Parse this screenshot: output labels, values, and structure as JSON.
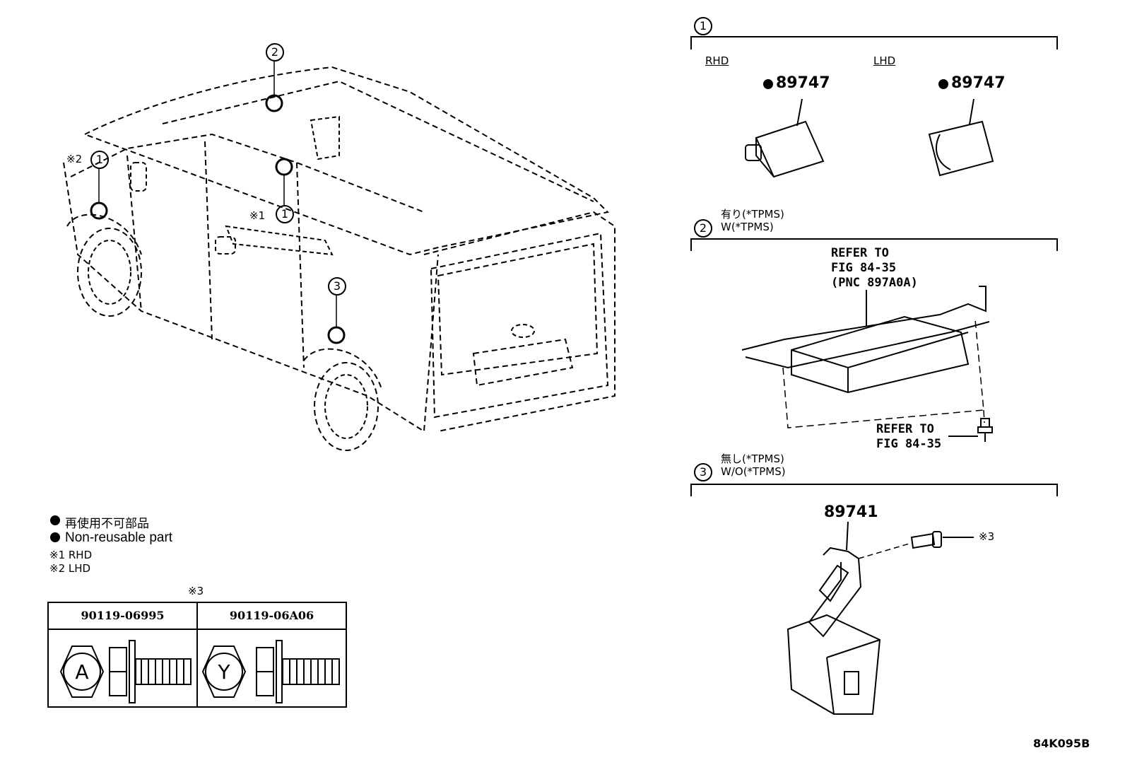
{
  "callouts": {
    "c1": "1",
    "c2": "2",
    "c3": "3",
    "note1": "※1",
    "note2": "※2",
    "note3": "※3"
  },
  "panel1": {
    "rhd": "RHD",
    "lhd": "LHD",
    "part_rhd": "89747",
    "part_lhd": "89747"
  },
  "panel2": {
    "title_jp": "有り(*TPMS)",
    "title_en": "W(*TPMS)",
    "ref1_l1": "REFER TO",
    "ref1_l2": "FIG 84-35",
    "ref1_l3": "(PNC 897A0A)",
    "ref2_l1": "REFER TO",
    "ref2_l2": "FIG 84-35"
  },
  "panel3": {
    "title_jp": "無し(*TPMS)",
    "title_en": "W/O(*TPMS)",
    "part": "89741"
  },
  "legend": {
    "nonreuse_jp": "再使用不可部品",
    "nonreuse_en": "Non-reusable part",
    "note1": "※1 RHD",
    "note2": "※2 LHD"
  },
  "bolt_table": {
    "title": "※3",
    "headers": [
      "90119-06995",
      "90119-06A06"
    ],
    "marks": [
      "A",
      "Y"
    ]
  },
  "figure_code": "84K095B"
}
